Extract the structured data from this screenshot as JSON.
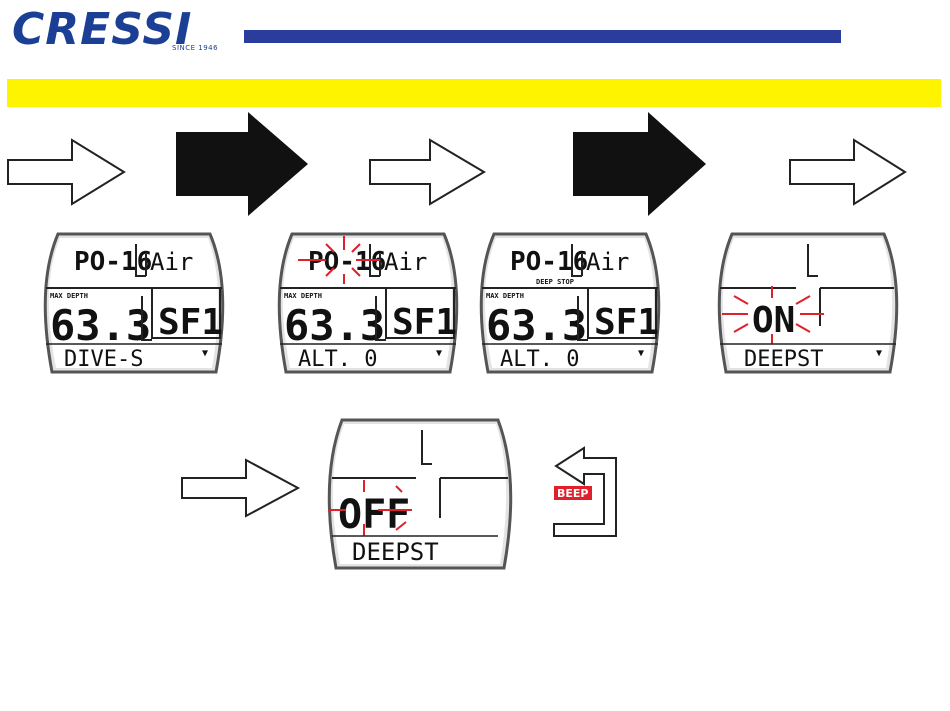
{
  "brand": {
    "name": "CRESSI",
    "tagline": "SINCE 1946",
    "primary_color": "#1b3f95",
    "bar_color": "#2a3c9c",
    "band_color": "#fff400"
  },
  "screens": [
    {
      "top_value": "PO-16",
      "top_unit": "Air",
      "max_depth_label": "MAX DEPTH",
      "big_value": "63.3",
      "right_value": "SF1",
      "bottom_text": "DIVE-S",
      "arrow_glyph": "▼",
      "deep_stop_label": ""
    },
    {
      "top_value": "PO-16",
      "top_unit": "Air",
      "max_depth_label": "MAX DEPTH",
      "big_value": "63.3",
      "right_value": "SF1",
      "bottom_text": "ALT. 0",
      "arrow_glyph": "▼",
      "deep_stop_label": ""
    },
    {
      "top_value": "PO-16",
      "top_unit": "Air",
      "max_depth_label": "MAX DEPTH",
      "big_value": "63.3",
      "right_value": "SF1",
      "bottom_text": "ALT. 0",
      "arrow_glyph": "▼",
      "deep_stop_label": "DEEP STOP"
    },
    {
      "big_value": "ON",
      "bottom_text": "DEEPST",
      "arrow_glyph": "▼"
    },
    {
      "big_value": "OFF",
      "bottom_text": "DEEPST"
    }
  ],
  "beep_label": "BEEP",
  "flash_color": "#e0202a"
}
